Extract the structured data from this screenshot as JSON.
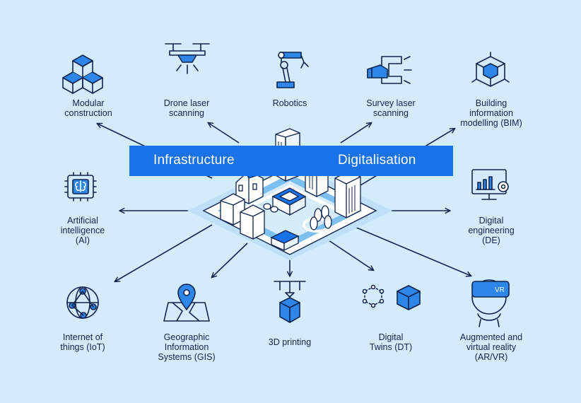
{
  "banner": {
    "left": "Infrastructure",
    "right": "Digitalisation"
  },
  "items": [
    {
      "id": "modular",
      "label": "Modular\nconstruction",
      "icon": "cubes-icon"
    },
    {
      "id": "drone",
      "label": "Drone laser\nscanning",
      "icon": "drone-icon"
    },
    {
      "id": "robotics",
      "label": "Robotics",
      "icon": "robot-arm-icon"
    },
    {
      "id": "survey",
      "label": "Survey laser\nscanning",
      "icon": "laser-scanner-icon"
    },
    {
      "id": "bim",
      "label": "Building\ninformation\nmodelling (BIM)",
      "icon": "bim-cube-icon"
    },
    {
      "id": "ai",
      "label": "Artificial\nintelligence\n(AI)",
      "icon": "ai-chip-icon"
    },
    {
      "id": "de",
      "label": "Digital\nengineering\n(DE)",
      "icon": "monitor-chart-icon"
    },
    {
      "id": "iot",
      "label": "Internet of\nthings (IoT)",
      "icon": "network-globe-icon"
    },
    {
      "id": "gis",
      "label": "Geographic\nInformation\nSystems (GIS)",
      "icon": "map-pin-icon"
    },
    {
      "id": "printing",
      "label": "3D printing",
      "icon": "printer-3d-icon"
    },
    {
      "id": "twins",
      "label": "Digital\nTwins (DT)",
      "icon": "digital-twin-icon"
    },
    {
      "id": "arvr",
      "label": "Augmented and\nvirtual reality\n(AR/VR)",
      "icon": "vr-headset-icon"
    }
  ],
  "icon_text": {
    "vr": "VR"
  },
  "colors": {
    "background": "#d3ecfb",
    "banner": "#1a72e8",
    "ink": "#10244f",
    "accent": "#2d86e8",
    "light": "#cce6fa"
  }
}
